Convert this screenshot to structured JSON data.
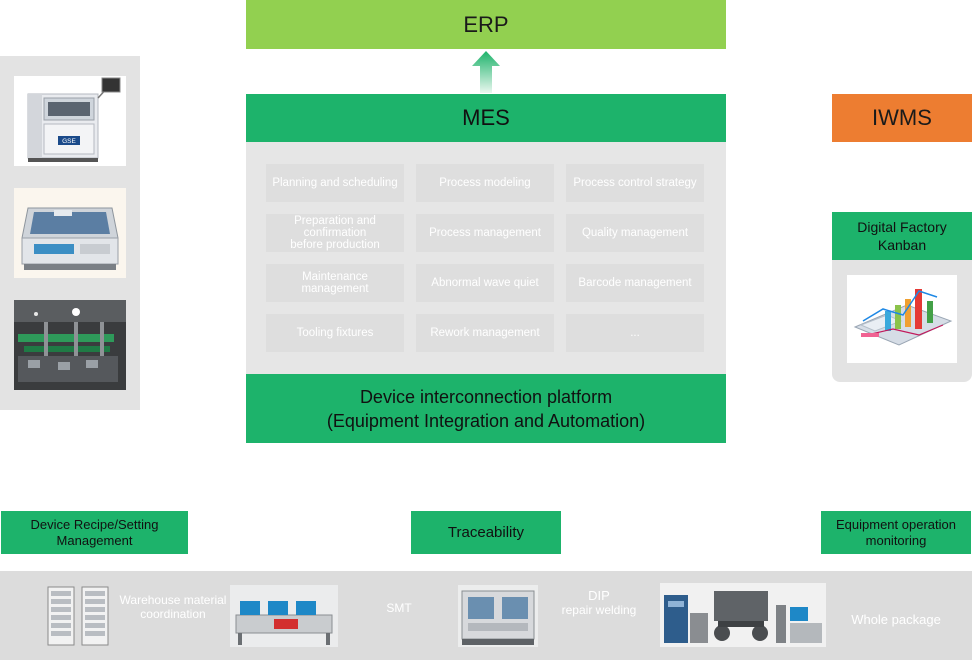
{
  "erp": {
    "label": "ERP",
    "color": "#92d050"
  },
  "mes": {
    "label": "MES",
    "color": "#1db36b",
    "modules": [
      [
        "Planning and scheduling",
        "Process modeling",
        "Process control strategy"
      ],
      [
        "Preparation and confirmation before production",
        "Process management",
        "Quality management"
      ],
      [
        "Maintenance management",
        "Abnormal wave quiet",
        "Barcode management"
      ],
      [
        "Tooling fixtures",
        "Rework management",
        "..."
      ]
    ]
  },
  "platform": {
    "line1": "Device interconnection platform",
    "line2": "(Equipment Integration and Automation)"
  },
  "iwms": {
    "label": "IWMS",
    "color": "#ed7d31"
  },
  "kanban": {
    "line1": "Digital Factory",
    "line2": "Kanban"
  },
  "functions": {
    "recipe_line1": "Device Recipe/Setting",
    "recipe_line2": "Management",
    "traceability": "Traceability",
    "equip_line1": "Equipment operation",
    "equip_line2": "monitoring"
  },
  "strip": {
    "warehouse_line1": "Warehouse material",
    "warehouse_line2": "coordination",
    "smt": "SMT",
    "dip_line1": "DIP",
    "dip_line2": "repair welding",
    "whole_package": "Whole package"
  },
  "icons": {
    "printer_logo": "GSE"
  }
}
